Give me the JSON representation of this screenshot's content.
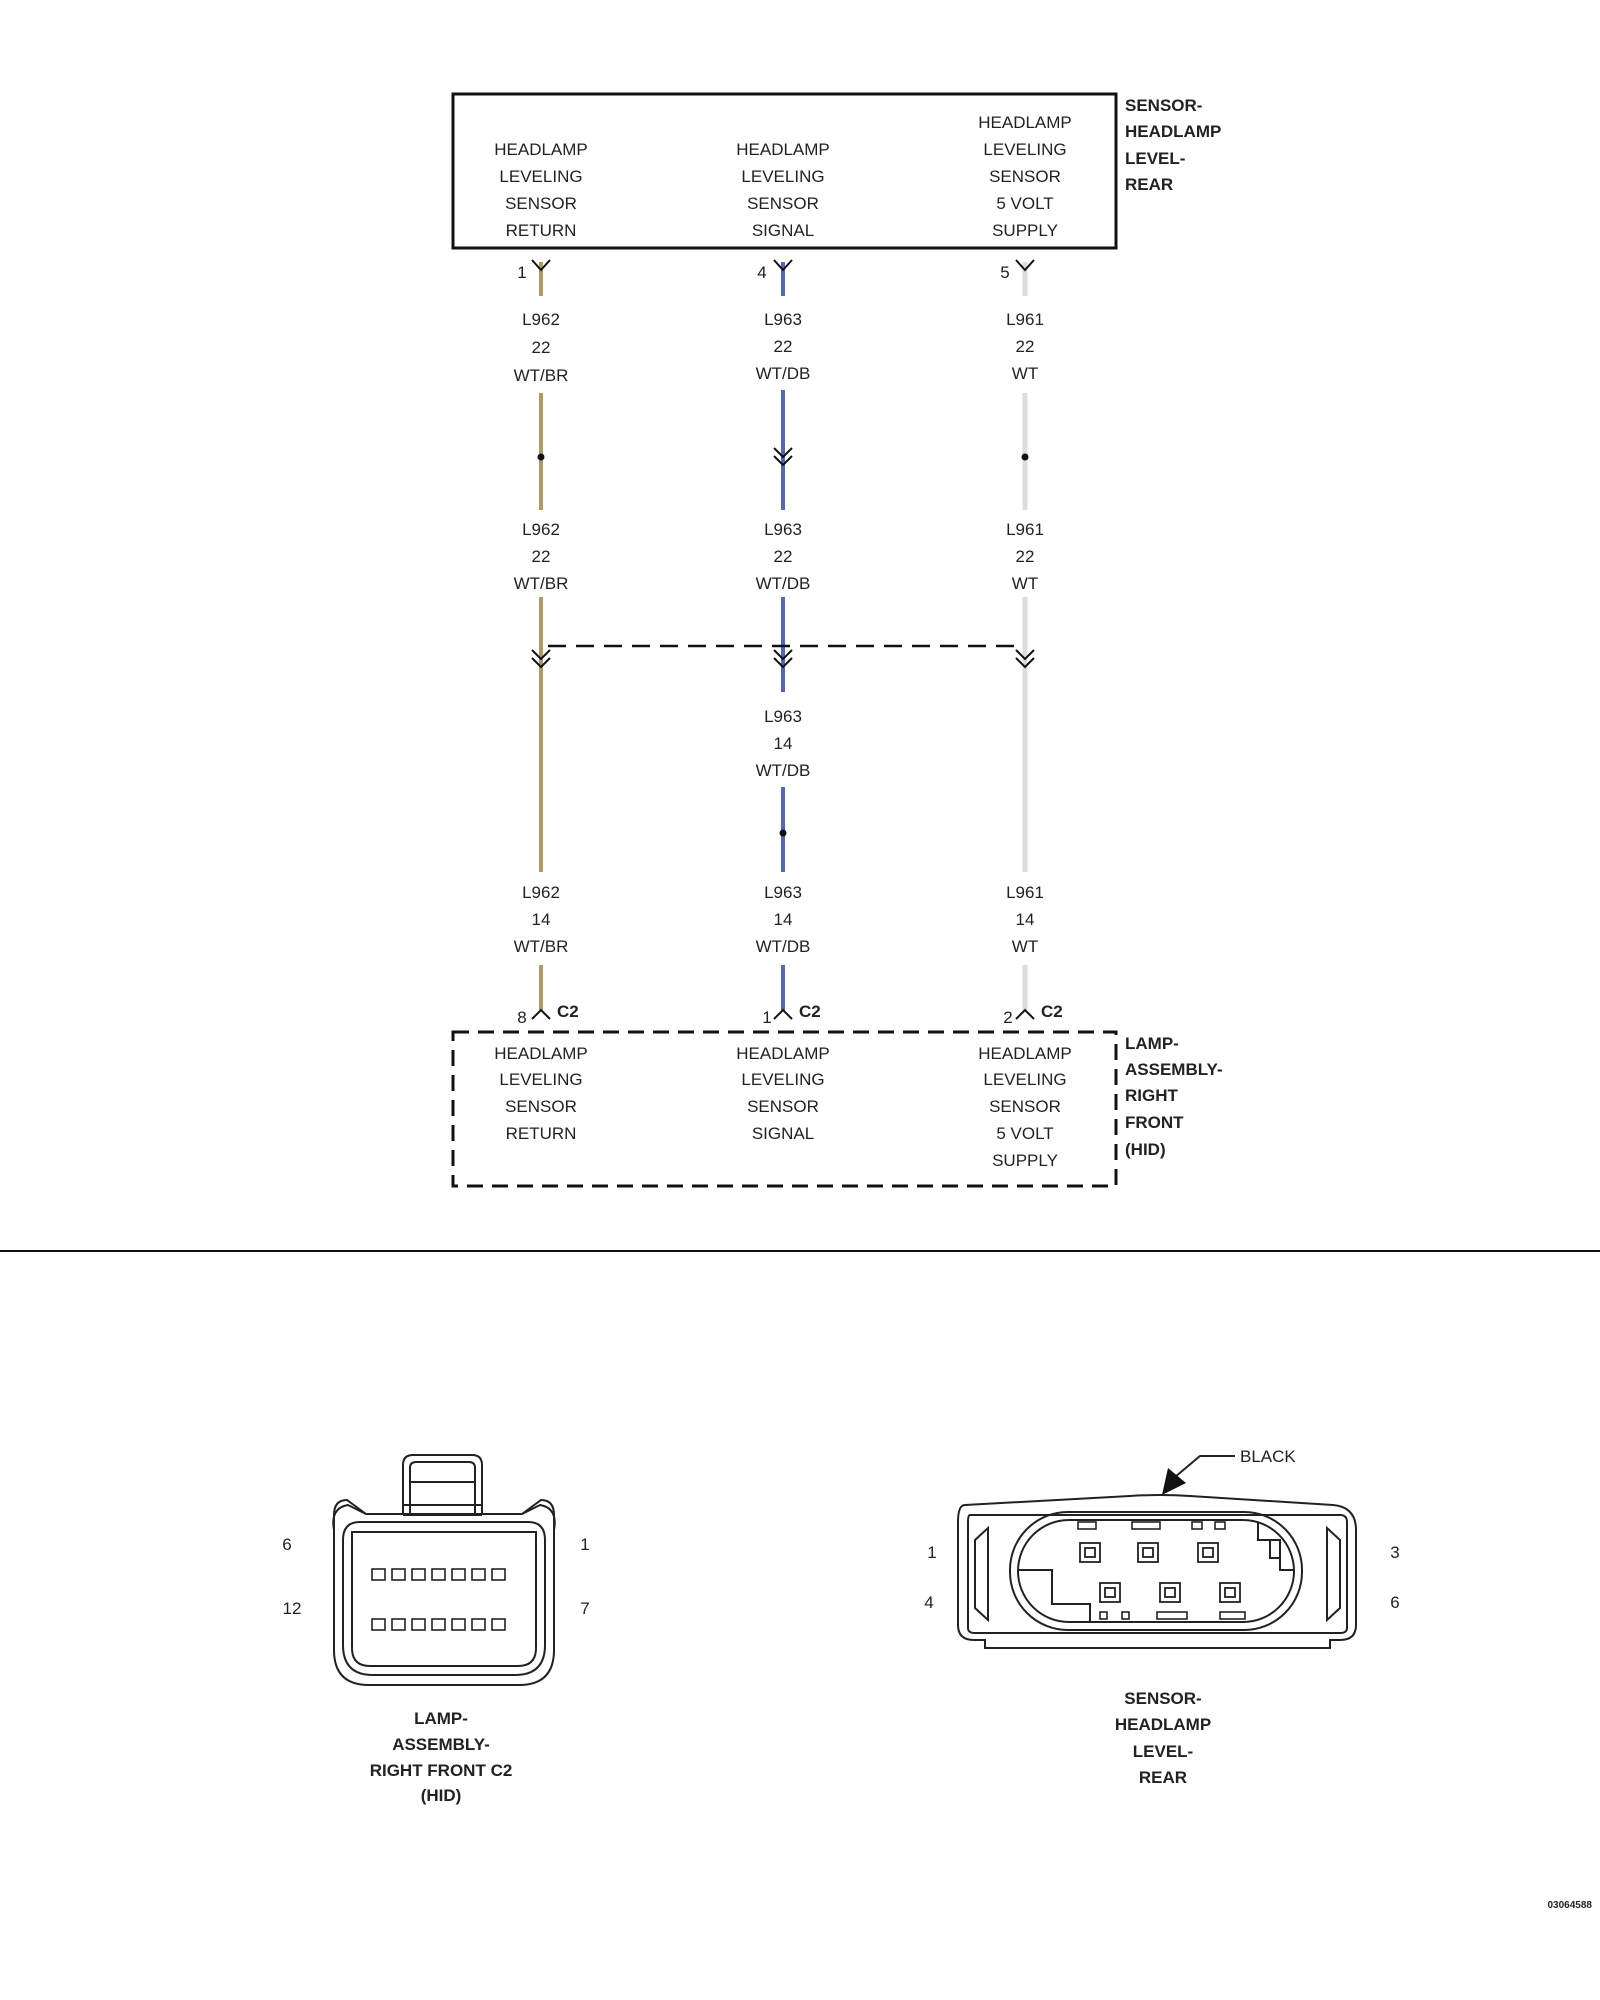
{
  "colors": {
    "wt_br": "#b09a62",
    "wt_db": "#5566b8",
    "wt": "#dcdcdc",
    "line": "#111111"
  },
  "components": {
    "sensor": {
      "name": [
        "SENSOR-",
        "HEADLAMP",
        "LEVEL-",
        "REAR"
      ],
      "pins": [
        {
          "pin": "1",
          "func": [
            "HEADLAMP",
            "LEVELING",
            "SENSOR",
            "RETURN"
          ]
        },
        {
          "pin": "4",
          "func": [
            "HEADLAMP",
            "LEVELING",
            "SENSOR",
            "SIGNAL"
          ]
        },
        {
          "pin": "5",
          "func": [
            "HEADLAMP",
            "LEVELING",
            "SENSOR",
            "5 VOLT",
            "SUPPLY"
          ]
        }
      ]
    },
    "lamp": {
      "name": [
        "LAMP-",
        "ASSEMBLY-",
        "RIGHT",
        "FRONT",
        "(HID)"
      ],
      "connector": "C2",
      "pins": [
        {
          "pin": "8",
          "func": [
            "HEADLAMP",
            "LEVELING",
            "SENSOR",
            "RETURN"
          ]
        },
        {
          "pin": "1",
          "func": [
            "HEADLAMP",
            "LEVELING",
            "SENSOR",
            "SIGNAL"
          ]
        },
        {
          "pin": "2",
          "func": [
            "HEADLAMP",
            "LEVELING",
            "SENSOR",
            "5 VOLT",
            "SUPPLY"
          ]
        }
      ]
    }
  },
  "wires": [
    {
      "color_key": "wt_br",
      "segments": [
        [
          "L962",
          "22",
          "WT/BR"
        ],
        [
          "L962",
          "22",
          "WT/BR"
        ],
        [
          "L962",
          "14",
          "WT/BR"
        ]
      ]
    },
    {
      "color_key": "wt_db",
      "segments": [
        [
          "L963",
          "22",
          "WT/DB"
        ],
        [
          "L963",
          "22",
          "WT/DB"
        ],
        [
          "L963",
          "14",
          "WT/DB"
        ],
        [
          "L963",
          "14",
          "WT/DB"
        ]
      ]
    },
    {
      "color_key": "wt",
      "segments": [
        [
          "L961",
          "22",
          "WT"
        ],
        [
          "L961",
          "22",
          "WT"
        ],
        [
          "L961",
          "14",
          "WT"
        ]
      ]
    }
  ],
  "connector_views": {
    "lamp_c2": {
      "caption": [
        "LAMP-",
        "ASSEMBLY-",
        "RIGHT FRONT C2",
        "(HID)"
      ],
      "pins": {
        "top_left": "6",
        "top_right": "1",
        "bottom_left": "12",
        "bottom_right": "7"
      }
    },
    "sensor": {
      "caption": [
        "SENSOR-",
        "HEADLAMP",
        "LEVEL-",
        "REAR"
      ],
      "color_label": "BLACK",
      "pins": {
        "top_left": "1",
        "top_right": "3",
        "bottom_left": "4",
        "bottom_right": "6"
      }
    }
  },
  "figure_id": "03064588"
}
